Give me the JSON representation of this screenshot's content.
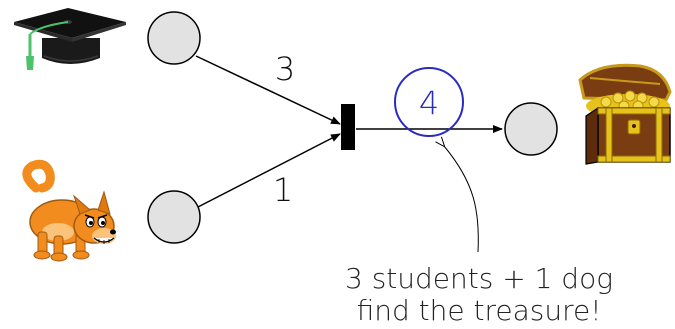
{
  "diagram": {
    "arc_weights": {
      "top": "3",
      "bottom": "1"
    },
    "output_arc_weight": "4",
    "caption": {
      "line1": "3 students + 1 dog",
      "line2": "find the treasure!"
    },
    "icons": {
      "top_left": "graduation-cap-icon",
      "bottom_left": "cartoon-dog-icon",
      "right": "treasure-chest-icon"
    },
    "colors": {
      "place_fill": "#e2e2e2",
      "place_stroke": "#000000",
      "transition_fill": "#000000",
      "weight_circle": "#2b2bc0",
      "cap_tassel": "#4cc36a",
      "dog_orange": "#f28c1e",
      "chest_wood": "#7a3d12",
      "chest_gold": "#e7c21a"
    }
  }
}
